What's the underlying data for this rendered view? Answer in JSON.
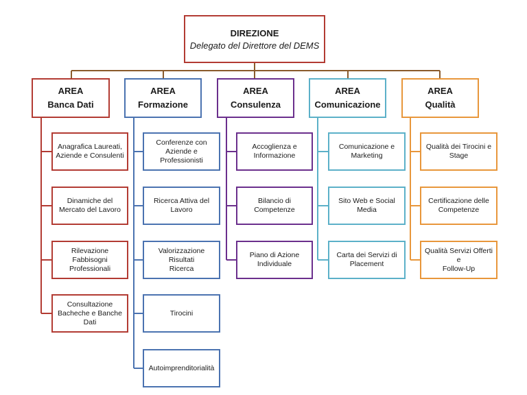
{
  "root": {
    "title": "DIREZIONE",
    "subtitle": "Delegato del Direttore del DEMS"
  },
  "areas": [
    {
      "l1": "AREA",
      "l2": "Banca Dati",
      "color": "#b23a32",
      "items": [
        "Anagrafica Laureati,\nAziende e Consulenti",
        "Dinamiche del\nMercato del Lavoro",
        "Rilevazione Fabbisogni\nProfessionali",
        "Consultazione\nBacheche e Banche\nDati"
      ]
    },
    {
      "l1": "AREA",
      "l2": "Formazione",
      "color": "#4a72b0",
      "items": [
        "Conferenze con\nAziende e\nProfessionisti",
        "Ricerca Attiva del\nLavoro",
        "Valorizzazione Risultati\nRicerca",
        "Tirocini",
        "Autoimprenditorialità"
      ]
    },
    {
      "l1": "AREA",
      "l2": "Consulenza",
      "color": "#6a2e8c",
      "items": [
        "Accoglienza e\nInformazione",
        "Bilancio di\nCompetenze",
        "Piano di Azione\nIndividuale"
      ]
    },
    {
      "l1": "AREA",
      "l2": "Comunicazione",
      "color": "#5bb0c8",
      "items": [
        "Comunicazione e\nMarketing",
        "Sito Web e Social\nMedia",
        "Carta dei Servizi di\nPlacement"
      ]
    },
    {
      "l1": "AREA",
      "l2": "Qualità",
      "color": "#e8963a",
      "items": [
        "Qualità dei Tirocini e\nStage",
        "Certificazione delle\nCompetenze",
        "Qualità Servizi Offerti e\nFollow-Up"
      ]
    }
  ]
}
